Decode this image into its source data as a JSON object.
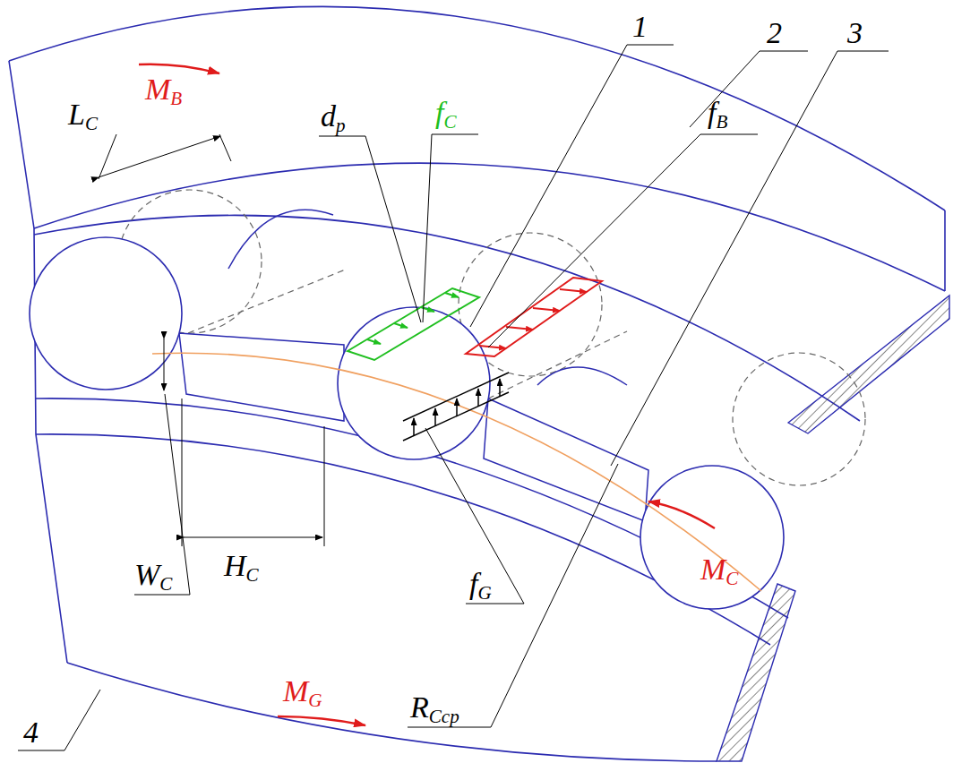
{
  "diagram": {
    "labels": [
      "1",
      "2",
      "3",
      "LC",
      "MB",
      "dp",
      "fC",
      "fB",
      "WC",
      "HC",
      "fG",
      "MC",
      "MG",
      "RCcp",
      "4"
    ]
  }
}
